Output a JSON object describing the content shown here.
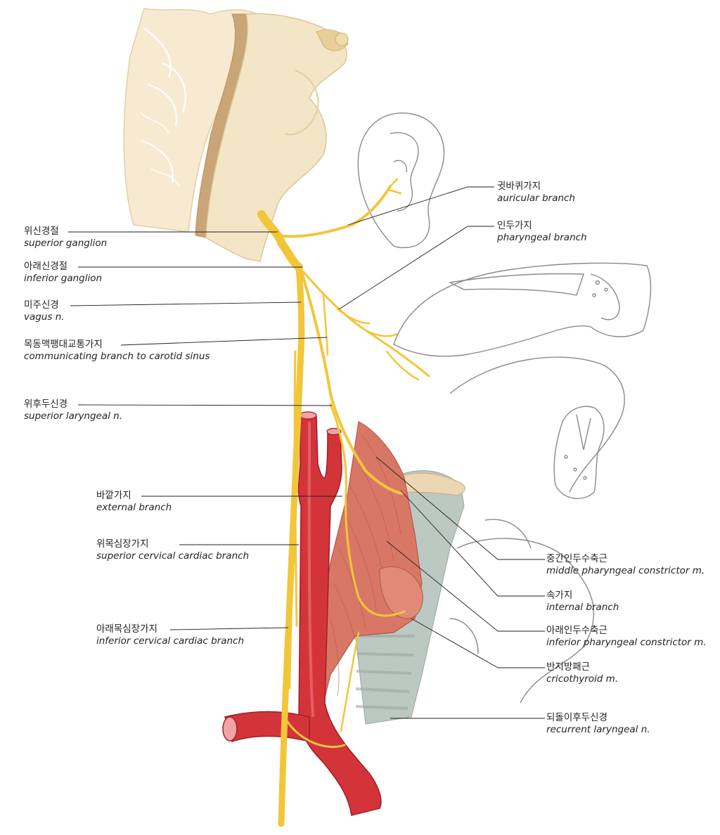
{
  "colors": {
    "nerve": "#f2c63a",
    "nerve_edge": "#d9a514",
    "artery": "#d3343a",
    "artery_dark": "#9e1f26",
    "muscle": "#d97766",
    "cartilage": "#b9c6c0",
    "brain": "#f6ead0",
    "leader_line": "#231f20",
    "outline": "#8a8a8a"
  },
  "labels": {
    "auricular": {
      "ko": "귓바퀴가지",
      "en": "auricular branch"
    },
    "pharyngeal": {
      "ko": "인두가지",
      "en": "pharyngeal branch"
    },
    "superior_ganglion": {
      "ko": "위신경절",
      "en": "superior ganglion"
    },
    "inferior_ganglion": {
      "ko": "아래신경절",
      "en": "inferior ganglion"
    },
    "vagus": {
      "ko": "미주신경",
      "en": "vagus n."
    },
    "carotid_sinus": {
      "ko": "목동맥팽대교통가지",
      "en": "communicating branch to carotid sinus"
    },
    "superior_laryngeal": {
      "ko": "위후두신경",
      "en": "superior laryngeal n."
    },
    "external_branch": {
      "ko": "바깥가지",
      "en": "external branch"
    },
    "superior_cardiac": {
      "ko": "위목심장가지",
      "en": "superior cervical cardiac branch"
    },
    "inferior_cardiac": {
      "ko": "아래목심장가지",
      "en": "inferior cervical cardiac branch"
    },
    "middle_constrictor": {
      "ko": "중간인두수축근",
      "en": "middle pharyngeal constrictor m."
    },
    "internal_branch": {
      "ko": "속가지",
      "en": "internal branch"
    },
    "inferior_constrictor": {
      "ko": "아래인두수축근",
      "en": "inferior pharyngeal constrictor m."
    },
    "cricothyroid": {
      "ko": "반지방패근",
      "en": "cricothyroid m."
    },
    "recurrent_laryngeal": {
      "ko": "되돌이후두신경",
      "en": "recurrent laryngeal n."
    }
  }
}
